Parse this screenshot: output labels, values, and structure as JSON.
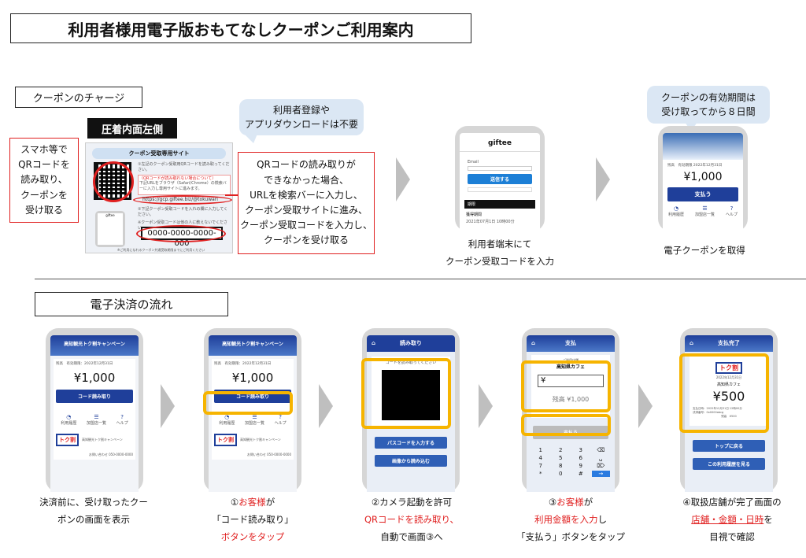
{
  "title": "利用者様用電子版おもてなしクーポンご利用案内",
  "charge_section": {
    "label": "クーポンのチャージ",
    "sticker_label": "圧着内面左側",
    "left_note": [
      "スマホ等で",
      "QRコードを",
      "読み取り、",
      "クーポンを",
      "受け取る"
    ],
    "bubble_center": [
      "利用者登録や",
      "アプリダウンロードは不要"
    ],
    "right_note": [
      "QRコードの読み取りが",
      "できなかった場合、",
      "URLを検索バーに入力し、",
      "クーポン受取サイトに進み、",
      "クーポン受取コードを入力し、",
      "クーポンを受け取る"
    ],
    "flyer": {
      "heading": "クーポン受取専用サイト",
      "step1": "①左記のクーポン受取用QRコードを読み取ってください。",
      "red_note": "（QRコードが読み取れない場合について）",
      "step1b": "下記URLをブラウザ（Safari/Chrome）の検索バーに入力し専用サイトに進みます。",
      "url": "https://gcp.giftee.biz/@tokuwari",
      "step2": "②下記クーポン受取コードを入れの欄に入力してください。",
      "step2b": "※クーポン受取コードは他の人に教えないでください。",
      "code": "0000-0000-0000-000",
      "footer": "※ご利用になれるクーポン共通受取期限までにご利用ください",
      "mini_logo": "giftee"
    },
    "phone1": {
      "logo": "giftee",
      "label_top": "Email",
      "button": "送信する",
      "dark_bar": "期限",
      "row1": "獲得期間",
      "row2": "2021年07月1日 10時00分",
      "caption": [
        "利用者端末にて",
        "クーポン受取コードを入力"
      ]
    },
    "bubble_right": [
      "クーポンの有効期間は",
      "受け取ってから８日間"
    ],
    "phone2": {
      "amount": "¥1,000",
      "name_row": "残高　有効期限 2022年12月31日",
      "button": "支払う",
      "nav": [
        "利用履歴",
        "加盟店一覧",
        "ヘルプ"
      ],
      "caption": "電子クーポンを取得"
    }
  },
  "payment_section": {
    "label": "電子決済の流れ",
    "coupon_screen": {
      "bar": "高知観光トク割キャンペーン",
      "balance_row": "残高　有効期限：2022年12月31日",
      "amount": "¥1,000",
      "read_button": "コード読み取り",
      "nav": [
        "利用履歴",
        "加盟店一覧",
        "ヘルプ"
      ],
      "logo": "トク割",
      "logo_text": "高知観光トク割キャンペーン",
      "contact": "お問い合わせ 050-0000-0000"
    },
    "scan_screen": {
      "bar": "読み取り",
      "hint": "コードを読み取ってください",
      "btn1": "パスコードを入力する",
      "btn2": "画像から読み込む"
    },
    "pay_screen": {
      "bar": "支払",
      "shop_label": "ご利用店舗",
      "shop": "高知県カフェ",
      "yen": "¥",
      "balance": "残高 ¥1,000",
      "pay_btn": "支払う",
      "keys": [
        "1",
        "2",
        "3",
        "⌫",
        "4",
        "5",
        "6",
        "␣",
        "7",
        "8",
        "9",
        "⌦",
        "*",
        "0",
        "#",
        "→"
      ]
    },
    "done_screen": {
      "bar": "支払完了",
      "logo": "トク割",
      "date": "2022年12月31日",
      "shop": "高知県カフェ",
      "amount": "¥500",
      "info1": "支払日時：2022年12月31日 12時00分",
      "info2": "決済番号：0x0000abcg",
      "info3": "残高　¥500",
      "btn1": "トップに戻る",
      "btn2": "この利用履歴を見る"
    },
    "captions": [
      {
        "plain1": "決済前に、受け取ったクー",
        "plain2": "ポンの画面を表示"
      },
      {
        "line1": "①",
        "line1_red": "お客様",
        "line1_end": "が",
        "line2": "「コード読み取り」",
        "line3_red": "ボタンをタップ"
      },
      {
        "line1": "②カメラ起動を許可",
        "line2_red": "QRコードを読み取り、",
        "line3": "自動で画面③へ"
      },
      {
        "line1": "③",
        "line1_red": "お客様",
        "line1_end": "が",
        "line2_red": "利用金額を入力",
        "line2_end": "し",
        "line3": "「支払う」ボタンをタップ"
      },
      {
        "line1": "④取扱店舗が完了画面の",
        "line2_red": "店舗・金額・日時",
        "line2_end": "を",
        "line3": "目視で確認"
      }
    ]
  },
  "colors": {
    "accent": "#1f3f9a",
    "highlight": "#f6b400",
    "alert": "#e02020"
  }
}
